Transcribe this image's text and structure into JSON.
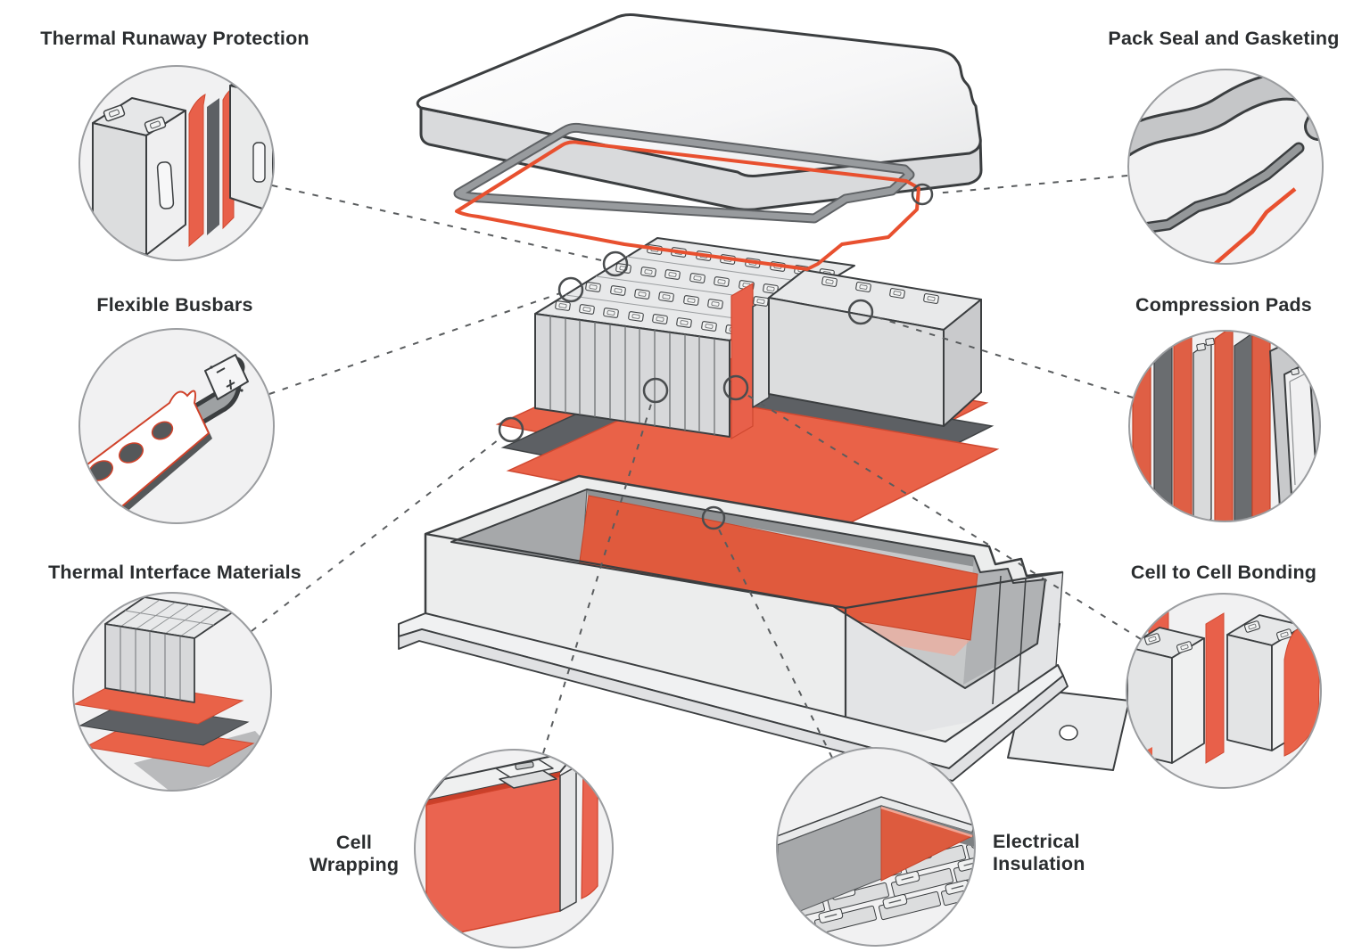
{
  "diagram": {
    "subject": "EV battery pack exploded view with component callouts",
    "callouts": {
      "thermal_runaway_protection": {
        "label": "Thermal Runaway Protection",
        "illustration": "two-cells-with-barrier-sheets"
      },
      "pack_seal_gasketing": {
        "label": "Pack Seal and Gasketing",
        "illustration": "gasket-bead-and-seal-ribbon"
      },
      "flexible_busbars": {
        "label": "Flexible Busbars",
        "illustration": "perforated-busbar-with-terminal"
      },
      "compression_pads": {
        "label": "Compression Pads",
        "illustration": "alternating-pads-cell-and-frame"
      },
      "thermal_interface_materials": {
        "label": "Thermal Interface Materials",
        "illustration": "cell-block-over-interface-sheets"
      },
      "cell_to_cell_bonding": {
        "label": "Cell to Cell Bonding",
        "illustration": "cells-with-adhesive-sheets"
      },
      "cell_wrapping": {
        "label_line1": "Cell",
        "label_line2": "Wrapping",
        "illustration": "wrapped-single-cell"
      },
      "electrical_insulation": {
        "label_line1": "Electrical",
        "label_line2": "Insulation",
        "illustration": "tray-corner-insulation-sheet"
      }
    },
    "marker_count": 8,
    "colors": {
      "accent_red": "#E8604A",
      "seal_red": "#E8502F",
      "dark_gray": "#5D6064",
      "mid_gray": "#8F9294",
      "light_gray": "#D8D9DB",
      "outline": "#3B3E40",
      "circle_fill": "#F1F1F2",
      "circle_stroke": "#9B9DA0",
      "label_color": "#2A2D2F",
      "background": "#FFFFFF"
    }
  }
}
